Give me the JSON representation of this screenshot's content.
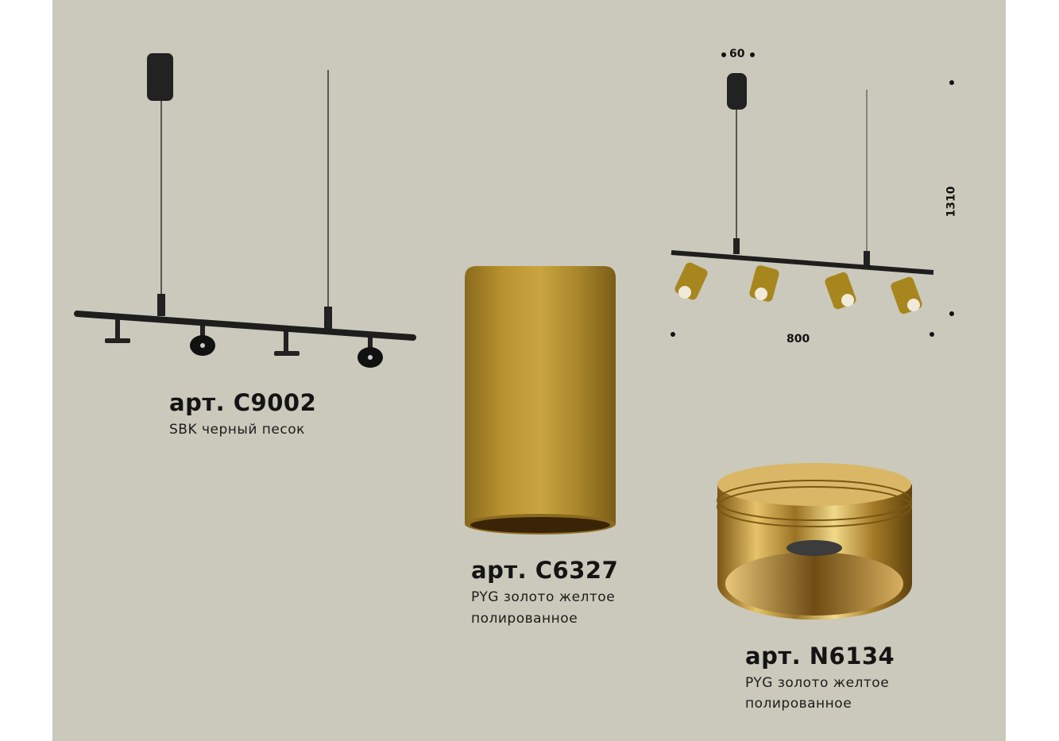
{
  "products": [
    {
      "title": "арт. C9002",
      "desc_lines": [
        "SBK черный песок"
      ]
    },
    {
      "title": "арт. C6327",
      "desc_lines": [
        "PYG золото желтое",
        "полированное"
      ]
    },
    {
      "title": "арт. N6134",
      "desc_lines": [
        "PYG золото желтое",
        "полированное"
      ]
    }
  ],
  "dimensions": {
    "canopy_width": "60",
    "length": "800",
    "height": "1310"
  },
  "colors": {
    "background": "#cac9bb",
    "black": "#1e1e1e",
    "gold": "#b08a2e"
  }
}
